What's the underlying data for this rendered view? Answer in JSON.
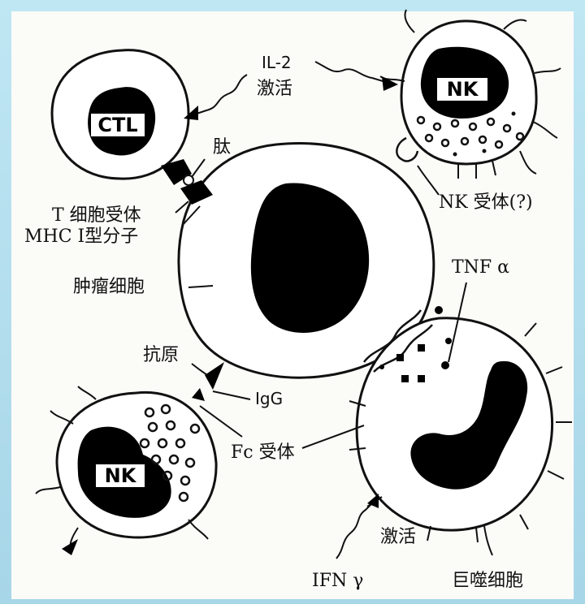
{
  "diagram": {
    "cells": {
      "ctl": {
        "label": "CTL"
      },
      "nk_top": {
        "label": "NK"
      },
      "nk_bottom": {
        "label": "NK"
      }
    },
    "labels": {
      "il2_a": "IL-2",
      "il2_b": "激活",
      "tai": "肽",
      "t_receptor": "T 细胞受体",
      "mhc": "MHC Ⅰ型分子",
      "tumor_cell": "肿瘤细胞",
      "nk_receptor": "NK 受体(?)",
      "tnf": "TNF α",
      "antigen": "抗原",
      "igg": "IgG",
      "fc_receptor": "Fc 受体",
      "activate_bottom": "激活",
      "ifn": "IFN γ",
      "macrophage": "巨噬细胞"
    }
  }
}
